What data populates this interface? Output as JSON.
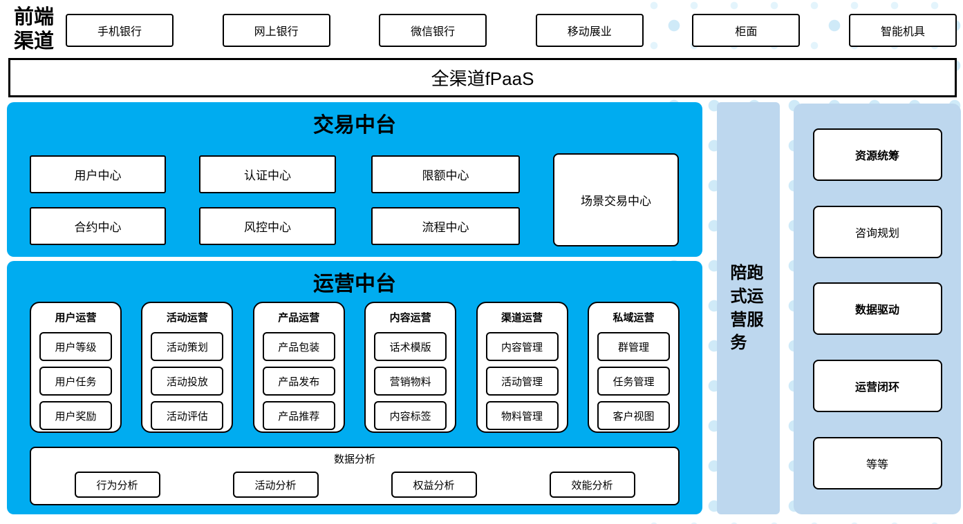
{
  "front_channels": {
    "label": "前端渠道",
    "items": [
      "手机银行",
      "网上银行",
      "微信银行",
      "移动展业",
      "柜面",
      "智能机具"
    ]
  },
  "fpaas": {
    "label": "全渠道fPaaS"
  },
  "trade_platform": {
    "title": "交易中台",
    "centers": [
      "用户中心",
      "认证中心",
      "限额中心",
      "合约中心",
      "风控中心",
      "流程中心"
    ],
    "scene_center": "场景交易中心"
  },
  "operation_platform": {
    "title": "运营中台",
    "groups": [
      {
        "title": "用户运营",
        "items": [
          "用户等级",
          "用户任务",
          "用户奖励"
        ]
      },
      {
        "title": "活动运营",
        "items": [
          "活动策划",
          "活动投放",
          "活动评估"
        ]
      },
      {
        "title": "产品运营",
        "items": [
          "产品包装",
          "产品发布",
          "产品推荐"
        ]
      },
      {
        "title": "内容运营",
        "items": [
          "话术模版",
          "营销物料",
          "内容标签"
        ]
      },
      {
        "title": "渠道运营",
        "items": [
          "内容管理",
          "活动管理",
          "物料管理"
        ]
      },
      {
        "title": "私域运营",
        "items": [
          "群管理",
          "任务管理",
          "客户视图"
        ]
      }
    ],
    "data_analysis": {
      "title": "数据分析",
      "items": [
        "行为分析",
        "活动分析",
        "权益分析",
        "效能分析"
      ]
    }
  },
  "companion_service": {
    "label": "陪跑式运营服务"
  },
  "right_panel": {
    "items": [
      {
        "label": "资源统筹",
        "bold": true
      },
      {
        "label": "咨询规划",
        "bold": false
      },
      {
        "label": "数据驱动",
        "bold": true
      },
      {
        "label": "运营闭环",
        "bold": true
      },
      {
        "label": "等等",
        "bold": false
      }
    ]
  },
  "colors": {
    "accent_blue": "#00ACF0",
    "panel_light_blue": "#BDD7EE",
    "dot_blue": "#CFEAF8"
  }
}
